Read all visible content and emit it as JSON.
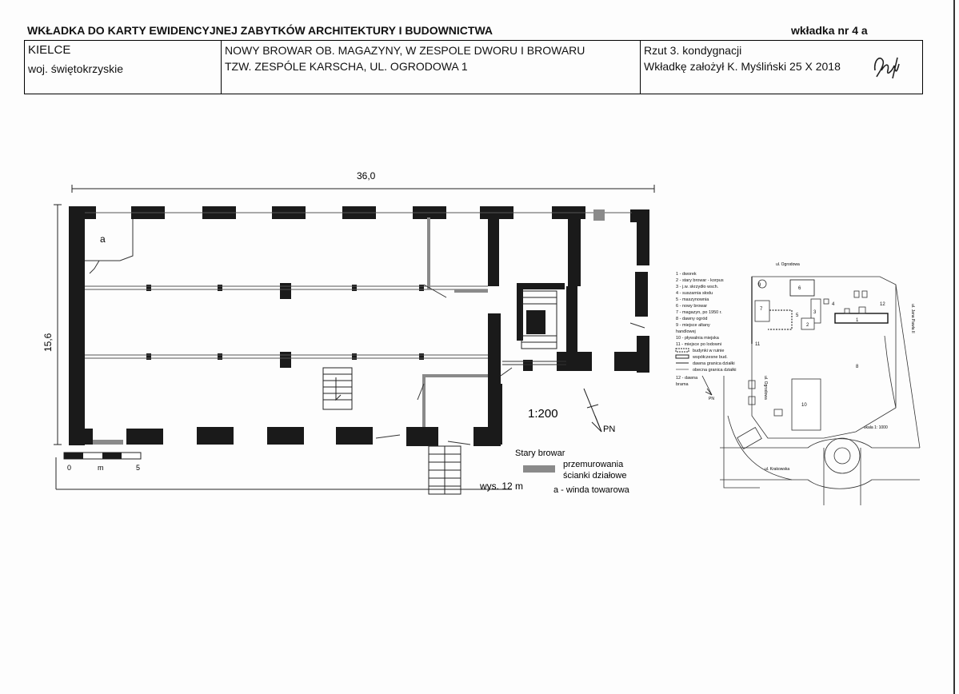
{
  "header": {
    "title": "WKŁADKA DO KARTY EWIDENCYJNEJ ZABYTKÓW ARCHITEKTURY I BUDOWNICTWA",
    "tab_label": "wkładka nr 4 a",
    "city": "KIELCE",
    "province": "woj. świętokrzyskie",
    "object_line1": "NOWY BROWAR OB. MAGAZYNY, W ZESPOLE DWORU I BROWARU",
    "object_line2": "TZW. ZESPÓLE KARSCHA, UL. OGRODOWA 1",
    "drawing_name": "Rzut 3. kondygnacji",
    "author_line": "Wkładkę założył K. Myśliński 25 X 2018"
  },
  "plan": {
    "width_dim": "36,0",
    "height_dim": "15,6",
    "room_label_a": "a",
    "scale": "1:200",
    "north": "PN",
    "scalebar_0": "0",
    "scalebar_m": "m",
    "scalebar_5": "5",
    "height_note": "wys. 12 m",
    "legend_title": "Stary browar",
    "legend_line1": "przemurowania",
    "legend_line2": "ścianki działowe",
    "legend_line3": "a  - winda towarowa",
    "legend_swatch_color": "#8a8a8a"
  },
  "site": {
    "legend": [
      "1 - dworek",
      "2 - stary browar - korpus",
      "3 - j.w. skrzydło wsch.",
      "4 - suszarnia słodu",
      "5 - maszynownia",
      "6 - nowy browar",
      "7 - magazyn, po 1950 r.",
      "8 - dawny ogród",
      "9 - miejsce altany",
      "handlowej",
      "10 - pływalnia miejska",
      "11 - miejsce po lodowni",
      "budynki w ruinie",
      "współczesne bud.",
      "dawna granica działki",
      "obecna granica działki",
      "12 - dawna",
      "brama"
    ],
    "street_top": "ul. Ogrodowa",
    "street_bottom": "ul. Krakowska",
    "street_right": "ul. Jana Pawła II",
    "street_left": "ul. Ogrodowa",
    "scale": "skala 1: 1000",
    "north": "PN",
    "labels": [
      "1",
      "2",
      "3",
      "4",
      "5",
      "6",
      "7",
      "8",
      "9",
      "10",
      "11",
      "12"
    ]
  }
}
